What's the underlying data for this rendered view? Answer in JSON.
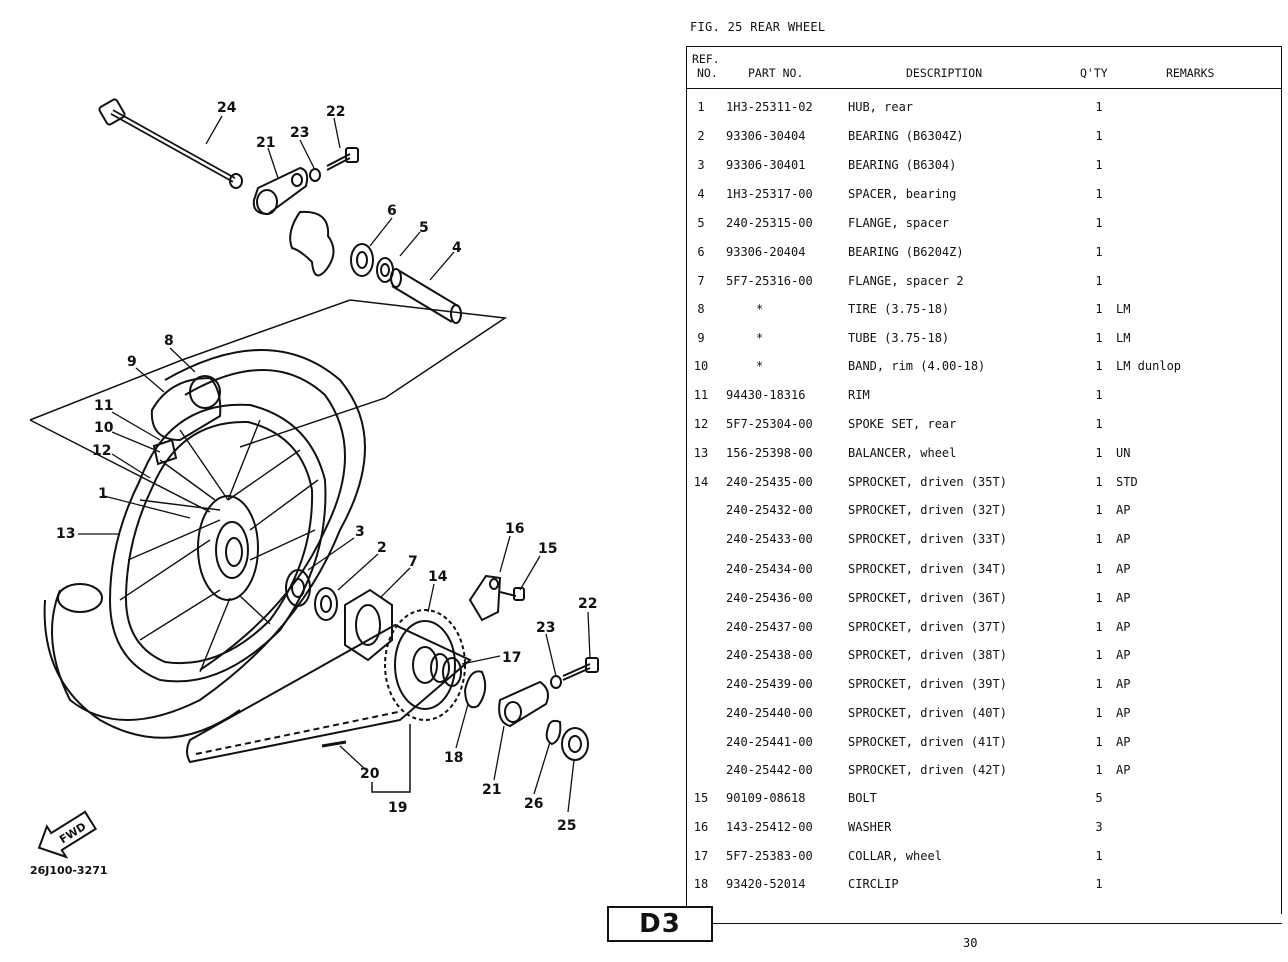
{
  "figure": {
    "title": "FIG. 25  REAR WHEEL",
    "diagram_code": "26J100-3271",
    "fwd_label": "FWD"
  },
  "headers": {
    "ref_line1": "REF.",
    "ref_line2": "NO.",
    "part_no": "PART NO.",
    "description": "DESCRIPTION",
    "qty": "Q'TY",
    "remarks": "REMARKS"
  },
  "rows": [
    {
      "ref": "1",
      "part": "1H3-25311-02",
      "desc": "HUB, rear",
      "qty": "1",
      "remarks": ""
    },
    {
      "ref": "2",
      "part": "93306-30404",
      "desc": "BEARING (B6304Z)",
      "qty": "1",
      "remarks": ""
    },
    {
      "ref": "3",
      "part": "93306-30401",
      "desc": "BEARING (B6304)",
      "qty": "1",
      "remarks": ""
    },
    {
      "ref": "4",
      "part": "1H3-25317-00",
      "desc": "SPACER, bearing",
      "qty": "1",
      "remarks": ""
    },
    {
      "ref": "5",
      "part": "240-25315-00",
      "desc": "FLANGE, spacer",
      "qty": "1",
      "remarks": ""
    },
    {
      "ref": "6",
      "part": "93306-20404",
      "desc": "BEARING (B6204Z)",
      "qty": "1",
      "remarks": ""
    },
    {
      "ref": "7",
      "part": "5F7-25316-00",
      "desc": "FLANGE, spacer 2",
      "qty": "1",
      "remarks": ""
    },
    {
      "ref": "8",
      "part": "*",
      "desc": "TIRE (3.75-18)",
      "qty": "1",
      "remarks": "LM"
    },
    {
      "ref": "9",
      "part": "*",
      "desc": "TUBE (3.75-18)",
      "qty": "1",
      "remarks": "LM"
    },
    {
      "ref": "10",
      "part": "*",
      "desc": "BAND, rim (4.00-18)",
      "qty": "1",
      "remarks": "LM dunlop"
    },
    {
      "ref": "11",
      "part": "94430-18316",
      "desc": "RIM",
      "qty": "1",
      "remarks": ""
    },
    {
      "ref": "12",
      "part": "5F7-25304-00",
      "desc": "SPOKE SET, rear",
      "qty": "1",
      "remarks": ""
    },
    {
      "ref": "13",
      "part": "156-25398-00",
      "desc": "BALANCER, wheel",
      "qty": "1",
      "remarks": "UN"
    },
    {
      "ref": "14",
      "part": "240-25435-00",
      "desc": "SPROCKET, driven (35T)",
      "qty": "1",
      "remarks": "STD"
    },
    {
      "ref": "",
      "part": "240-25432-00",
      "desc": "SPROCKET, driven (32T)",
      "qty": "1",
      "remarks": "AP"
    },
    {
      "ref": "",
      "part": "240-25433-00",
      "desc": "SPROCKET, driven (33T)",
      "qty": "1",
      "remarks": "AP"
    },
    {
      "ref": "",
      "part": "240-25434-00",
      "desc": "SPROCKET, driven (34T)",
      "qty": "1",
      "remarks": "AP"
    },
    {
      "ref": "",
      "part": "240-25436-00",
      "desc": "SPROCKET, driven (36T)",
      "qty": "1",
      "remarks": "AP"
    },
    {
      "ref": "",
      "part": "240-25437-00",
      "desc": "SPROCKET, driven (37T)",
      "qty": "1",
      "remarks": "AP"
    },
    {
      "ref": "",
      "part": "240-25438-00",
      "desc": "SPROCKET, driven (38T)",
      "qty": "1",
      "remarks": "AP"
    },
    {
      "ref": "",
      "part": "240-25439-00",
      "desc": "SPROCKET, driven (39T)",
      "qty": "1",
      "remarks": "AP"
    },
    {
      "ref": "",
      "part": "240-25440-00",
      "desc": "SPROCKET, driven (40T)",
      "qty": "1",
      "remarks": "AP"
    },
    {
      "ref": "",
      "part": "240-25441-00",
      "desc": "SPROCKET, driven (41T)",
      "qty": "1",
      "remarks": "AP"
    },
    {
      "ref": "",
      "part": "240-25442-00",
      "desc": "SPROCKET, driven (42T)",
      "qty": "1",
      "remarks": "AP"
    },
    {
      "ref": "15",
      "part": "90109-08618",
      "desc": "BOLT",
      "qty": "5",
      "remarks": ""
    },
    {
      "ref": "16",
      "part": "143-25412-00",
      "desc": "WASHER",
      "qty": "3",
      "remarks": ""
    },
    {
      "ref": "17",
      "part": "5F7-25383-00",
      "desc": "COLLAR, wheel",
      "qty": "1",
      "remarks": ""
    },
    {
      "ref": "18",
      "part": "93420-52014",
      "desc": "CIRCLIP",
      "qty": "1",
      "remarks": ""
    }
  ],
  "footer": {
    "plate": "D3",
    "page": "30"
  },
  "callouts": [
    "24",
    "22",
    "23",
    "21",
    "6",
    "5",
    "4",
    "8",
    "9",
    "11",
    "10",
    "12",
    "1",
    "13",
    "3",
    "2",
    "7",
    "16",
    "15",
    "14",
    "17",
    "22",
    "23",
    "18",
    "21",
    "20",
    "19",
    "26",
    "25"
  ]
}
